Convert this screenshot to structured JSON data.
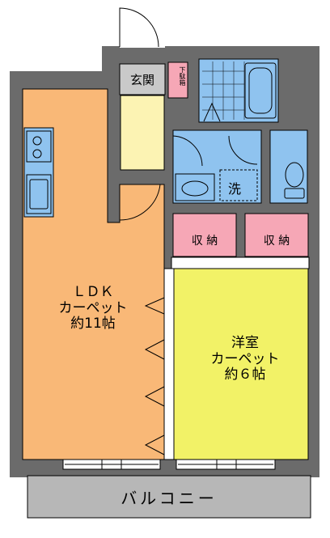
{
  "rooms": {
    "ldk": {
      "line1": "ＬＤＫ",
      "line2": "カーペット",
      "line3": "約11帖"
    },
    "western": {
      "line1": "洋室",
      "line2": "カーペット",
      "line3": "約６帖"
    },
    "storage_left": "収 納",
    "storage_right": "収 納",
    "genkan": "玄関",
    "getabako": "下駄箱",
    "washer": "洗",
    "balcony": "バルコニー"
  },
  "colors": {
    "wall": "#6b6b6b",
    "ldk": "#f9b877",
    "western": "#f2f267",
    "wet_area": "#8fc3ef",
    "storage": "#f6a7b6",
    "hallway": "#fcf3b3",
    "genkan": "#c9c9c9",
    "balcony": "#b7b7b7"
  }
}
